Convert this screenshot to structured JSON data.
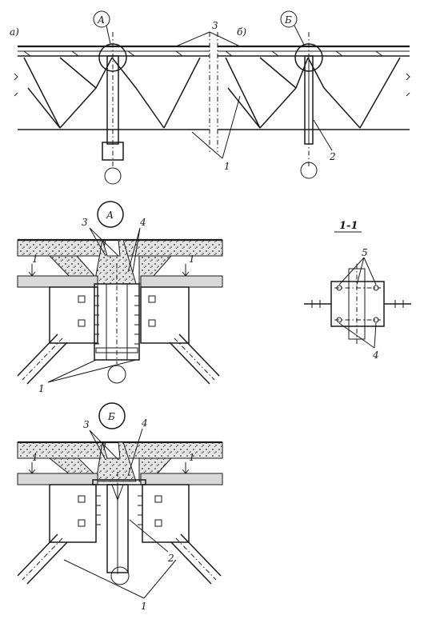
{
  "labels": {
    "view_a": "а)",
    "view_b": "б)",
    "node_a": "А",
    "node_b": "Б",
    "node_a_detail": "А",
    "node_b_detail": "Б",
    "section": "1-1",
    "n1": "1",
    "n2": "2",
    "n3": "3",
    "n4": "4",
    "n5": "5"
  }
}
